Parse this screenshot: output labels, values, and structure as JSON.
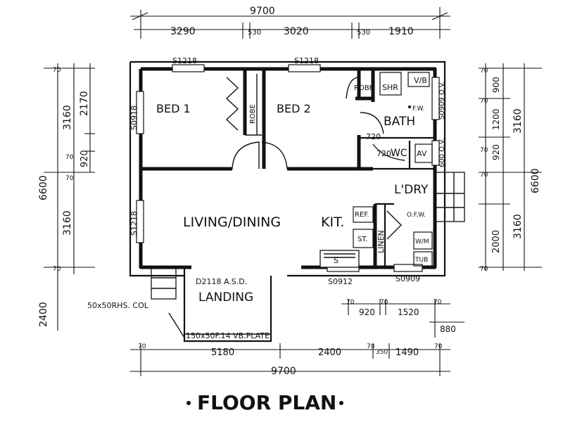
{
  "title": "FLOOR PLAN",
  "rooms": {
    "bed1": "BED 1",
    "bed2": "BED 2",
    "bath": "BATH",
    "living_dining": "LIVING/DINING",
    "kitchen": "KIT.",
    "laundry": "L'DRY",
    "landing": "LANDING",
    "robe1": "ROBE",
    "robe2": "ROBE",
    "shower": "SHR",
    "vanity": "V/B",
    "wc": "WC",
    "linen": "LINEN"
  },
  "fixtures": {
    "refrigerator": "REF.",
    "stove": "ST.",
    "sink": "S",
    "washing_machine": "W/M",
    "tub": "TUB",
    "floor_waste_bath": "F.W.",
    "floor_waste_laundry": "O.F.W.",
    "av": "AV",
    "door_720_a": "720",
    "door_720_b": "720"
  },
  "notes": {
    "landing_door": "D2118 A.S.D.",
    "column": "50x50RHS. COL",
    "plate": "150x50F.14 VB.PLATE"
  },
  "windows": {
    "top_left": "S1218",
    "top_mid": "S1218",
    "left_bed1": "S0918",
    "left_living": "S1218",
    "bath_right": "S0909 O.V.",
    "laundry_right": "600 O.V.",
    "bottom_kit": "S0912",
    "bottom_right": "S0909"
  },
  "dimensions": {
    "top_overall": "9700",
    "top_1": "3290",
    "top_2": "530",
    "top_3": "3020",
    "top_4": "530",
    "top_5": "1910",
    "left_overall": "6600",
    "left_1": "3160",
    "left_2": "2170",
    "left_3": "920",
    "left_4": "3160",
    "left_5": "2400",
    "left_tick_a": "70",
    "left_tick_b": "70",
    "left_tick_c": "70",
    "left_tick_d": "70",
    "right_overall": "6600",
    "right_1": "900",
    "right_2": "1200",
    "right_3": "920",
    "right_4": "3160",
    "right_5": "3160",
    "right_6": "2000",
    "right_tick_a": "70",
    "right_tick_b": "70",
    "right_tick_c": "70",
    "right_tick_d": "70",
    "right_tick_e": "70",
    "bottom_small_1": "920",
    "bottom_small_2": "1520",
    "bottom_small_3": "880",
    "bottom_small_t1": "70",
    "bottom_small_t2": "70",
    "bottom_small_t3": "70",
    "bottom_1": "5180",
    "bottom_2": "2400",
    "bottom_3": "350",
    "bottom_4": "1490",
    "bottom_t1": "70",
    "bottom_t2": "70",
    "bottom_t3": "70",
    "bottom_overall": "9700"
  }
}
